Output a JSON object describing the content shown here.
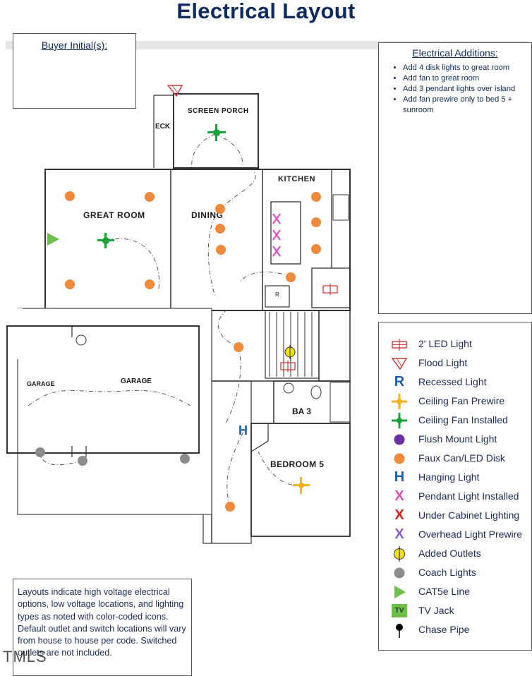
{
  "title": "Electrical Layout",
  "buyer_box": {
    "label": "Buyer Initial(s):"
  },
  "additions": {
    "heading": "Electrical Additions:",
    "items": [
      "Add 4 disk lights to great room",
      "Add fan to great room",
      "Add 3 pendant lights over island",
      "Add fan prewire only to bed 5 + sunroom"
    ]
  },
  "legend": {
    "items": [
      {
        "icon": "led-light-icon",
        "label": "2' LED Light",
        "color": "#d23c3c"
      },
      {
        "icon": "flood-light-icon",
        "label": "Flood Light",
        "color": "#d23c3c"
      },
      {
        "icon": "recessed-light-icon",
        "label": "Recessed Light",
        "color": "#1f5fa8"
      },
      {
        "icon": "ceiling-fan-prewire-icon",
        "label": "Ceiling Fan Prewire",
        "color": "#f2b21c"
      },
      {
        "icon": "ceiling-fan-installed-icon",
        "label": "Ceiling Fan Installed",
        "color": "#18a23a"
      },
      {
        "icon": "flush-mount-light-icon",
        "label": "Flush Mount Light",
        "color": "#6a2fa0"
      },
      {
        "icon": "faux-can-disk-icon",
        "label": "Faux Can/LED Disk",
        "color": "#ef8a3c"
      },
      {
        "icon": "hanging-light-icon",
        "label": "Hanging Light",
        "color": "#1f5fa8"
      },
      {
        "icon": "pendant-light-icon",
        "label": "Pendant Light Installed",
        "color": "#e04fbf"
      },
      {
        "icon": "under-cabinet-light-icon",
        "label": "Under Cabinet Lighting",
        "color": "#d42020"
      },
      {
        "icon": "overhead-light-prewire-icon",
        "label": "Overhead Light Prewire",
        "color": "#8a5fd0"
      },
      {
        "icon": "added-outlet-icon",
        "label": "Added Outlets",
        "color": "#f5e10a"
      },
      {
        "icon": "coach-light-icon",
        "label": "Coach Lights",
        "color": "#8c8c8c"
      },
      {
        "icon": "cat5e-line-icon",
        "label": "CAT5e Line",
        "color": "#6cc04a"
      },
      {
        "icon": "tv-jack-icon",
        "label": "TV Jack",
        "color": "#6cc04a"
      },
      {
        "icon": "chase-pipe-icon",
        "label": "Chase Pipe",
        "color": "#000000"
      }
    ]
  },
  "rooms": {
    "screen_porch": "SCREEN PORCH",
    "deck": "ECK",
    "great_room": "GREAT ROOM",
    "dining": "DINING",
    "kitchen": "KITCHEN",
    "garage_left": "GARAGE",
    "garage_right": "GARAGE",
    "bath3": "BA 3",
    "bedroom5": "BEDROOM 5",
    "r_label": "R",
    "tv_text": "TV",
    "h_text": "H",
    "r_text": "R",
    "x_text": "X"
  },
  "note": {
    "text": "Layouts indicate high voltage electrical options, low voltage locations, and lighting types as noted with color-coded icons. Default outlet and switch locations will vary from house to house per code. Switched outlets are not included."
  },
  "watermark": "TMLS"
}
